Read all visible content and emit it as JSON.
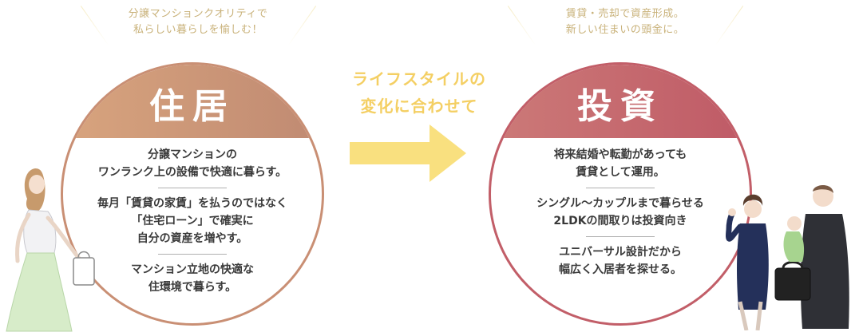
{
  "left_tagline": [
    "分譲マンションクオリティで",
    "私らしい暮らしを愉しむ！"
  ],
  "right_tagline": [
    "賃貸・売却で資産形成。",
    "新しい住まいの頭金に。"
  ],
  "middle_text": [
    "ライフスタイルの",
    "変化に合わせて"
  ],
  "housing": {
    "title": "住居",
    "points": [
      [
        "分譲マンションの",
        "ワンランク上の設備で快適に暮らす。"
      ],
      [
        "毎月「賃貸の家賃」を払うのではなく",
        "「住宅ローン」で確実に",
        "自分の資産を増やす。"
      ],
      [
        "マンション立地の快適な",
        "住環境で暮らす。"
      ]
    ]
  },
  "investment": {
    "title": "投資",
    "points": [
      [
        "将来結婚や転勤があっても",
        "賃貸として運用。"
      ],
      [
        "シングル〜カップルまで暮らせる",
        "2LDKの間取りは投資向き"
      ],
      [
        "ユニバーサル設計だから",
        "幅広く入居者を探せる。"
      ]
    ]
  },
  "colors": {
    "housing_accent": "#c98f74",
    "invest_accent": "#c25e68",
    "arrow": "#f9e07f",
    "tagline": "#c9b27a"
  },
  "icons": {
    "arrow": "right-arrow-icon",
    "woman": "woman-with-bag-illustration",
    "family": "family-illustration"
  }
}
